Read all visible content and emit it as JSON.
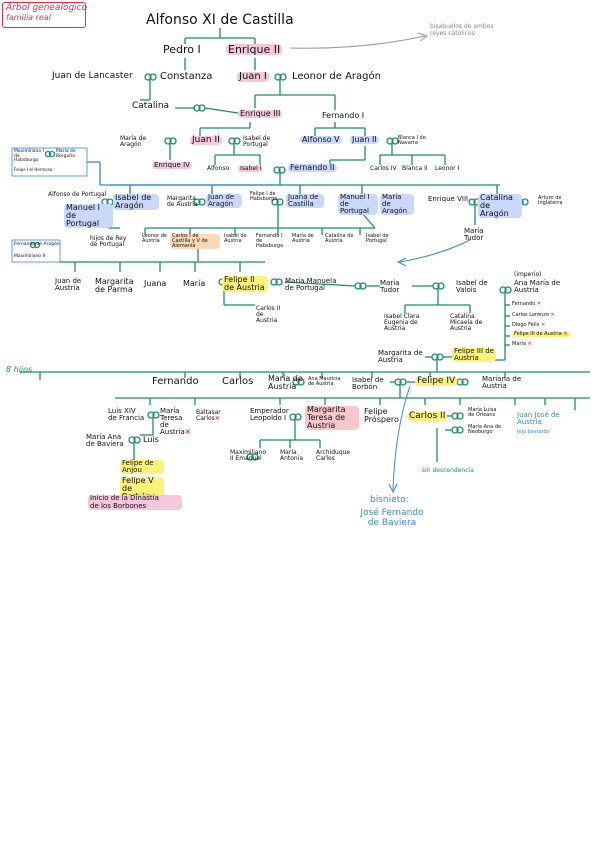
{
  "title": {
    "line1": "Árbol genealógico",
    "line2": "familia real"
  },
  "annotations": {
    "abuelos": "bisabuelos de ambos\nreyes católicos",
    "ocho_hijos": "8 hijos",
    "imperio": "(imperio)",
    "biznieto_label": "bisnieto:",
    "biznieto_name": "José Fernando\nde Baviera",
    "sin_descendencia": "sin descendencia",
    "inicio_borbones": "Inicio de la Dinastía\nde los Borbones"
  },
  "people": {
    "alfonso_xi": "Alfonso XI de Castilla",
    "pedro_i": "Pedro I",
    "enrique_ii": "Enrique II",
    "juan_lancaster": "Juan de Lancaster",
    "constanza": "Constanza",
    "juan_i": "Juan I",
    "leonor_aragon": "Leonor de Aragón",
    "catalina": "Catalina",
    "enrique_iii": "Enrique III",
    "fernando_i": "Fernando I",
    "maria_aragon": "María de Aragón",
    "juan_ii": "Juan II",
    "isabel_portugal": "Isabel de Portugal",
    "alfonso_v": "Alfonso V",
    "juan_ii_aragon": "Juan II",
    "blanca_navarra": "Blanca I de Navarra",
    "enrique_iv": "Enrique IV",
    "alfonso": "Alfonso",
    "isabel_i": "Isabel I",
    "fernando_ii": "Fernando II",
    "carlos_iv": "Carlos IV",
    "blanca_ii": "Blanca II",
    "leonor_i": "Leonor I",
    "maximiliano_i": "Maximiliano I de Habsburgo",
    "maria_borgona": "María de Borgoña",
    "felipe_hermoso": "Felipe I el Hermoso",
    "fernando_aragon": "Fernando de Aragón",
    "maximiliano_ii": "Maximiliano II",
    "alfonso_portugal": "Alfonso de Portugal",
    "isabel_aragon": "Isabel de Aragón",
    "manuel_i": "Manuel I de Portugal",
    "margarita_austria": "Margarita de Austria",
    "juan_aragon": "Juan de Aragón",
    "felipe_habsburgo": "Felipe I de Habsburgo",
    "juana_castilla": "Juana de Castilla",
    "manuel_i_b": "Manuel I de Portugal",
    "maria_aragon_2": "María de Aragón",
    "enrique_viii": "Enrique VIII",
    "catalina_aragon": "Catalina de Aragón",
    "arturo": "Arturo de Inglaterra",
    "hijos_portugal": "hijos de Rey de Portugal",
    "leonor_austria": "Leonor de Austria",
    "carlos_v": "Carlos I de Castilla y V de Alemania",
    "isabel_austria": "Isabel de Austria",
    "fernando_i_habs": "Fernando I de Habsburgo",
    "maria_austria": "María de Austria",
    "catalina_austria": "Catalina de Austria",
    "isabel_portugal_2": "Isabel de Portugal",
    "maria_tudor": "María Tudor",
    "juan_austria": "Juan de Austria",
    "margarita_parma": "Margarita de Parma",
    "juana": "Juana",
    "maria": "María",
    "felipe_ii": "Felipe II de Austria",
    "maria_manuela": "María Manuela de Portugal",
    "maria_tudor_2": "María Tudor",
    "isabel_valois": "Isabel de Valois",
    "ana_maria": "Ana María de Austria",
    "carlos_hijo": "Carlos II de Austria",
    "isabel_clara": "Isabel Clara Eugenia de Austria",
    "catalina_micaela": "Catalina Micaela de Austria",
    "fernando_x": "Fernando",
    "carlos_lorenzo": "Carlos Lorenzo",
    "diego_felix": "Diego Félix",
    "felipe_iii_list": "Felipe III de Austria",
    "maria_x": "María",
    "margarita_austria_2": "Margarita de Austria",
    "felipe_iii": "Felipe III de Austria",
    "fernando": "Fernando",
    "carlos": "Carlos",
    "maria_austria_3": "María de Austria",
    "ana_mauricia": "Ana Mauricia de Austria",
    "isabel_borbon": "Isabel de Borbón",
    "felipe_iv": "Felipe IV",
    "mariana_austria": "Mariana de Austria",
    "luis_xiv": "Luis XIV de Francia",
    "maria_teresa": "María Teresa de Austria",
    "baltasar_carlos": "Baltasar Carlos",
    "emperador_leopoldo": "Emperador Leopoldo I",
    "margarita_teresa": "Margarita Teresa de Austria",
    "felipe_prospero": "Felipe Próspero",
    "carlos_ii": "Carlos II",
    "maria_luisa": "María Luisa de Orleans",
    "maria_ana": "María Ana de Neoburgo",
    "juan_jose": "Juan José de Austria",
    "hijo_bastardo": "hijo bastardo",
    "maria_ana_baviera": "María Ana de Baviera",
    "luis": "Luis",
    "maximiliano_ii_manuel": "Maximiliano II Emanuel",
    "maria_antonia": "María Antonia",
    "archiduque_carlos": "Archiduque Carlos",
    "felipe_anjou": "Felipe de Anjou",
    "felipe_v": "Felipe V de Borbón"
  },
  "colors": {
    "line": "#1d8c6a",
    "yellow_highlight": "#fbf27a",
    "blue_highlight": "#c9d8fb",
    "pink_highlight": "#f4c8dc",
    "orange_highlight": "#fbd9b8",
    "title_red": "#e0334a",
    "blue_text": "#3a86e0"
  }
}
